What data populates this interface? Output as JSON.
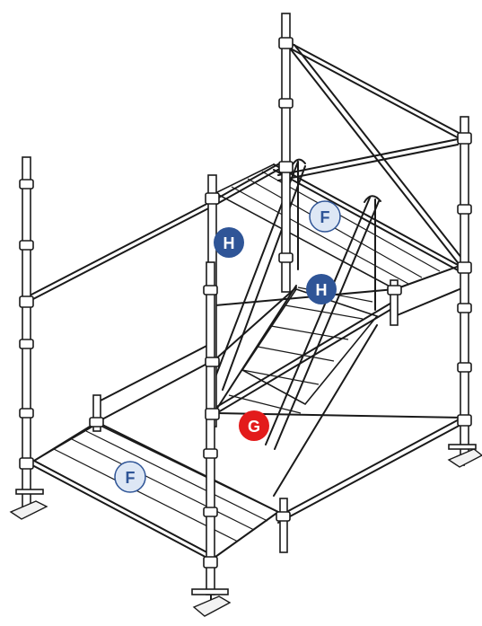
{
  "labels": {
    "f_top": "F",
    "h_left": "H",
    "h_right": "H",
    "g": "G",
    "f_bottom": "F"
  },
  "colors": {
    "badge_blue": "#2f5597",
    "badge_light": "#dde7f5",
    "badge_red": "#e31b1b"
  }
}
